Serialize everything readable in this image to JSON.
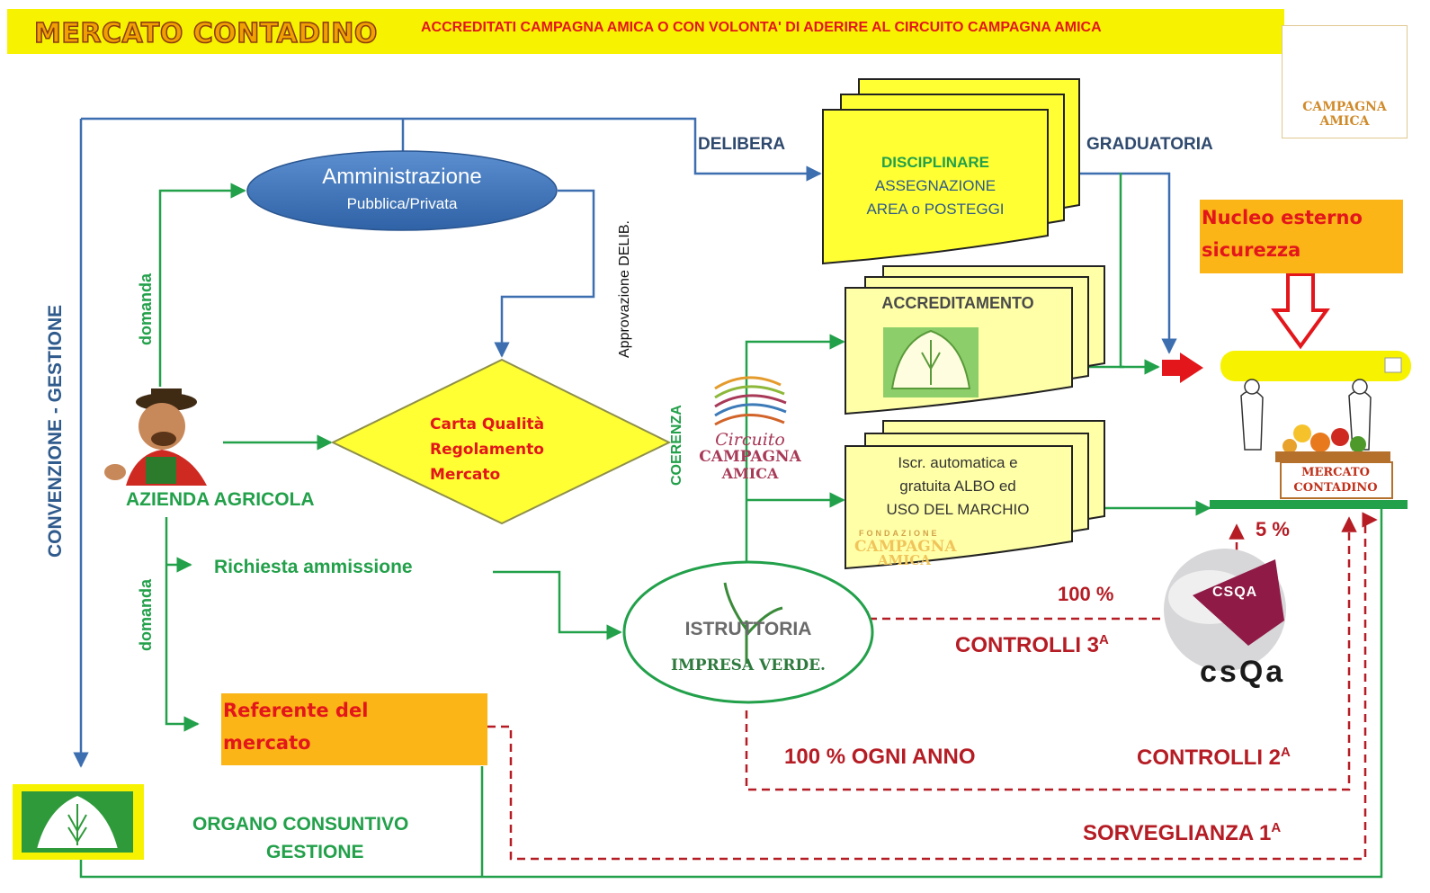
{
  "banner": {
    "title": "MERCATO CONTADINO",
    "subtitle": "ACCREDITATI CAMPAGNA AMICA O CON VOLONTA' DI ADERIRE AL CIRCUITO CAMPAGNA AMICA"
  },
  "logo_top": {
    "line1": "CAMPAGNA",
    "line2": "AMICA"
  },
  "side_label": "CONVENZIONE - GESTIONE",
  "administration": {
    "title": "Amministrazione",
    "subtitle": "Pubblica/Privata"
  },
  "approval_label": "Approvazione DELIB.",
  "delibera_label": "DELIBERA",
  "graduatoria_label": "GRADUATORIA",
  "disciplinare": {
    "line1": "DISCIPLINARE",
    "line2": "ASSEGNAZIONE",
    "line3": "AREA  o POSTEGGI"
  },
  "nucleo": {
    "line1": "Nucleo esterno",
    "line2": "sicurezza"
  },
  "accreditamento_label": "ACCREDITAMENTO",
  "iscrizione": {
    "line1": "Iscr. automatica e",
    "line2": "gratuita ALBO ed",
    "line3": "USO DEL MARCHIO"
  },
  "fondazione": {
    "line1": "FONDAZIONE",
    "line2": "CAMPAGNA",
    "line3": "AMICA"
  },
  "circuito": {
    "line1": "Circuito",
    "line2": "CAMPAGNA",
    "line3": "AMICA"
  },
  "coerenza_label": "COERENZA",
  "domanda_label": "domanda",
  "diamond": {
    "line1": "Carta Qualità",
    "line2": "Regolamento",
    "line3": "Mercato"
  },
  "azienda_label": "AZIENDA AGRICOLA",
  "richiesta_label": "Richiesta ammissione",
  "istruttoria": {
    "title": "ISTRUTTORIA",
    "subtitle": "IMPRESA VERDE."
  },
  "referente": {
    "line1": "Referente del",
    "line2": "mercato"
  },
  "organo": {
    "line1": "ORGANO CONSUNTIVO",
    "line2": "GESTIONE"
  },
  "market_sign": {
    "line1": "MERCATO",
    "line2": "CONTADINO"
  },
  "percent_5": "5 %",
  "percent_100": "100 %",
  "controlli_3": {
    "text": "CONTROLLI 3",
    "sup": "A"
  },
  "csqa_label": "CSQA",
  "csqa_text": "csQa",
  "ogni_anno": "100 % OGNI ANNO",
  "controlli_2": {
    "text": "CONTROLLI 2",
    "sup": "A"
  },
  "sorveglianza": {
    "text": "SORVEGLIANZA 1",
    "sup": "A"
  },
  "colors": {
    "banner": "#f7f200",
    "flow_green": "#22a04a",
    "flow_blue": "#3d6fb0",
    "control_red": "#b51c24",
    "orange_box": "#fbb517",
    "doc_yellow": "#ffff33"
  }
}
